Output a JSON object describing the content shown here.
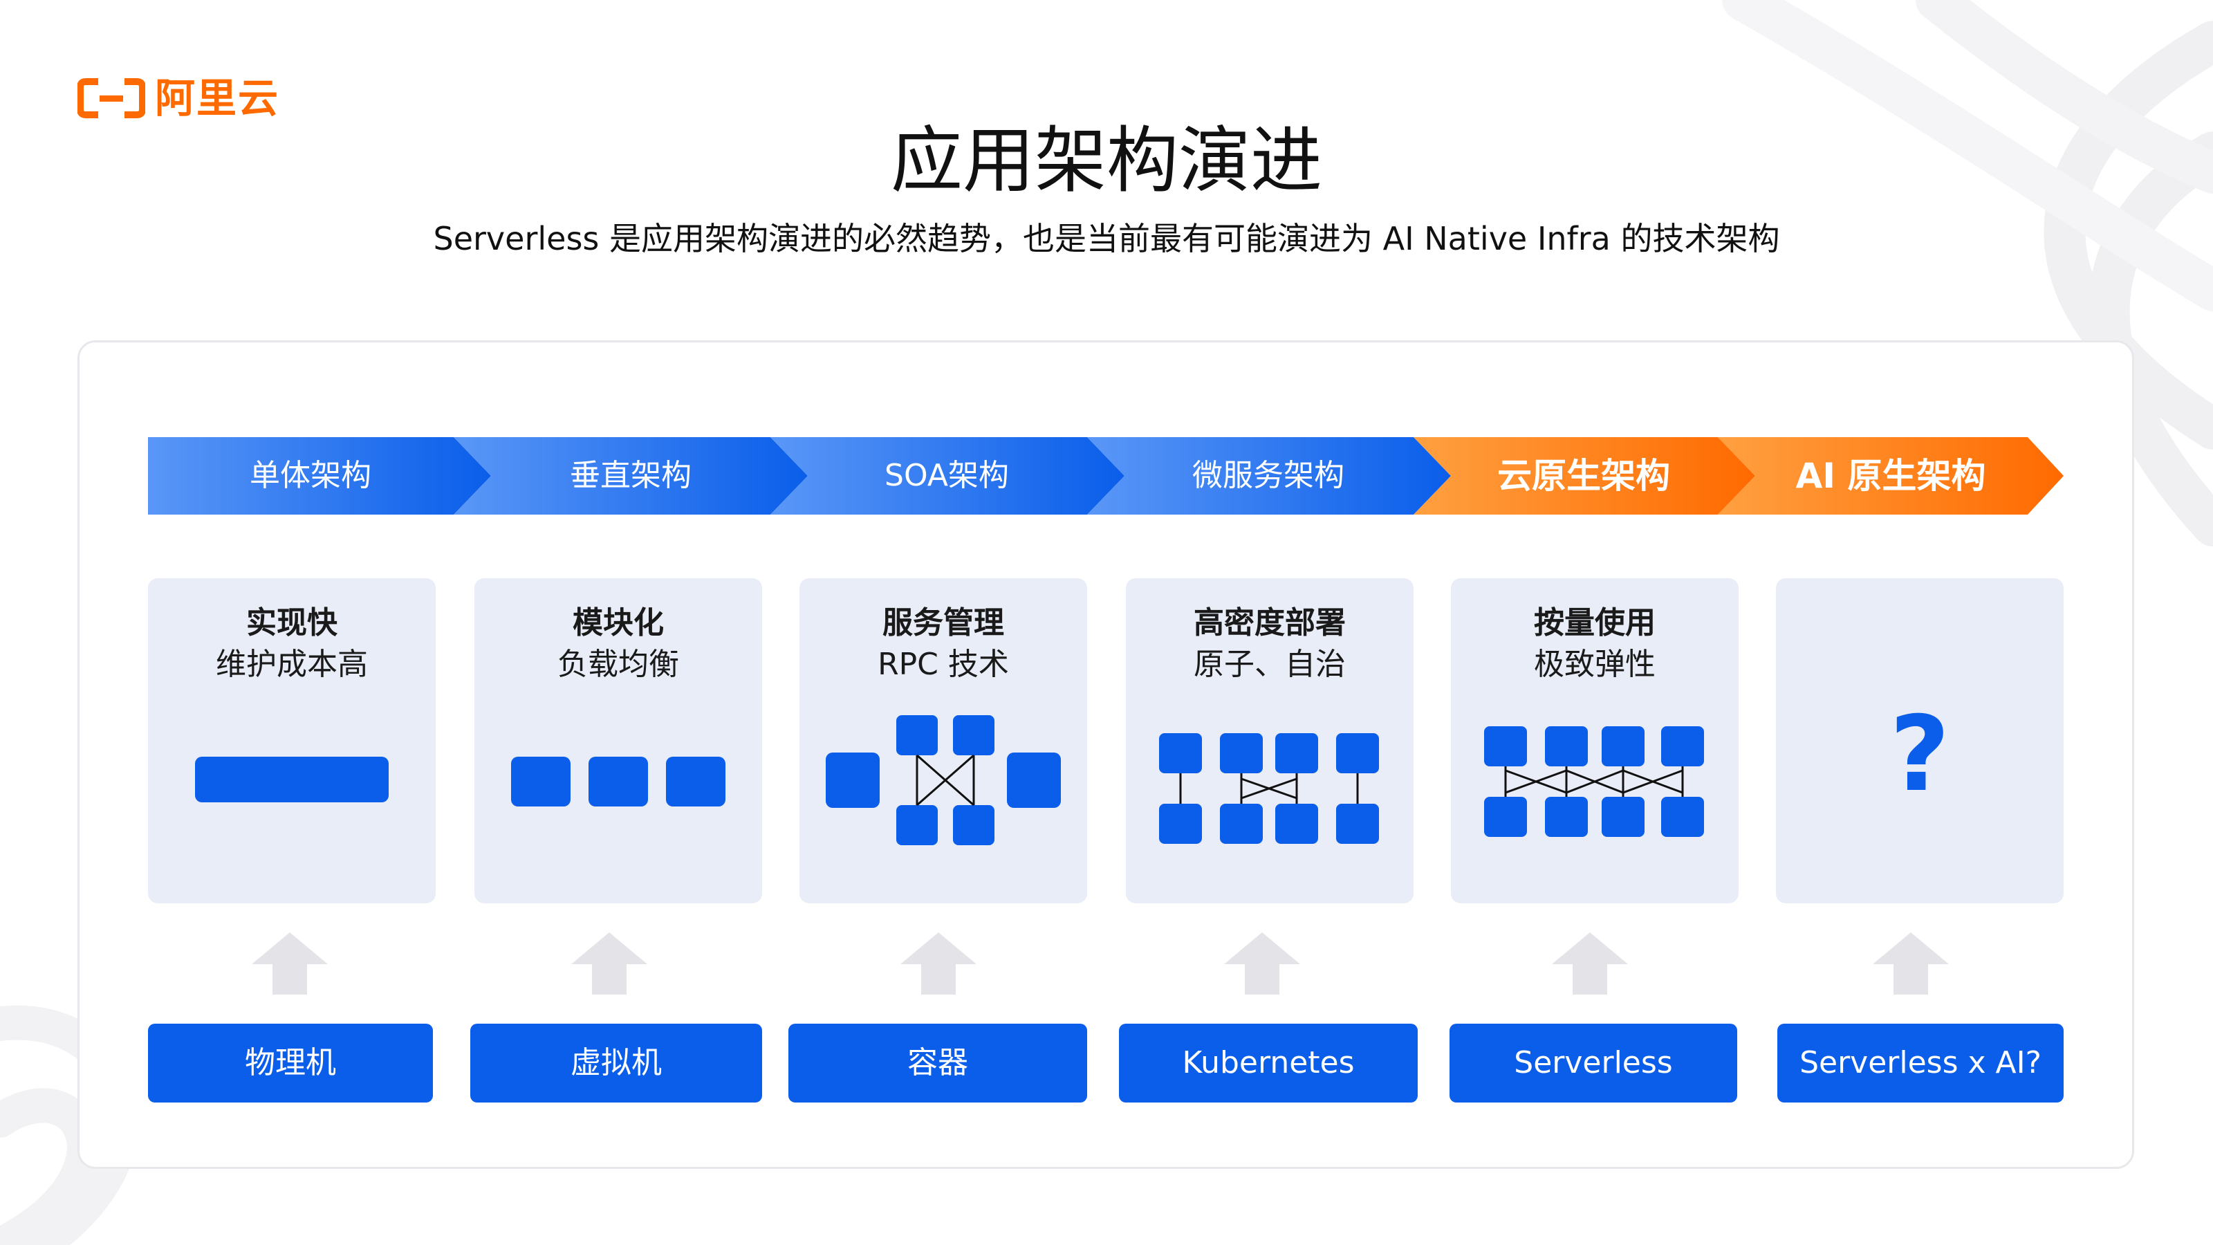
{
  "brand": {
    "logo_text": "阿里云",
    "accent": "#ff6a00"
  },
  "header": {
    "title": "应用架构演进",
    "subtitle": "Serverless 是应用架构演进的必然趋势，也是当前最有可能演进为 AI Native Infra 的技术架构"
  },
  "colors": {
    "primary_blue": "#0a5eea",
    "light_blue": "#4c8ff5",
    "orange": "#ff7a0a",
    "card_bg": "#e9edf7"
  },
  "stages": [
    {
      "label": "单体架构"
    },
    {
      "label": "垂直架构"
    },
    {
      "label": "SOA架构"
    },
    {
      "label": "微服务架构"
    },
    {
      "label": "云原生架构"
    },
    {
      "label": "AI 原生架构"
    }
  ],
  "features": [
    {
      "title": "实现快",
      "subtitle": "维护成本高"
    },
    {
      "title": "模块化",
      "subtitle": "负载均衡"
    },
    {
      "title": "服务管理",
      "subtitle": "RPC 技术"
    },
    {
      "title": "高密度部署",
      "subtitle": "原子、自治"
    },
    {
      "title": "按量使用",
      "subtitle": "极致弹性"
    },
    {
      "title": "",
      "subtitle": "",
      "placeholder": "?"
    }
  ],
  "infra": [
    {
      "label": "物理机"
    },
    {
      "label": "虚拟机"
    },
    {
      "label": "容器"
    },
    {
      "label": "Kubernetes"
    },
    {
      "label": "Serverless"
    },
    {
      "label": "Serverless x AI?"
    }
  ]
}
